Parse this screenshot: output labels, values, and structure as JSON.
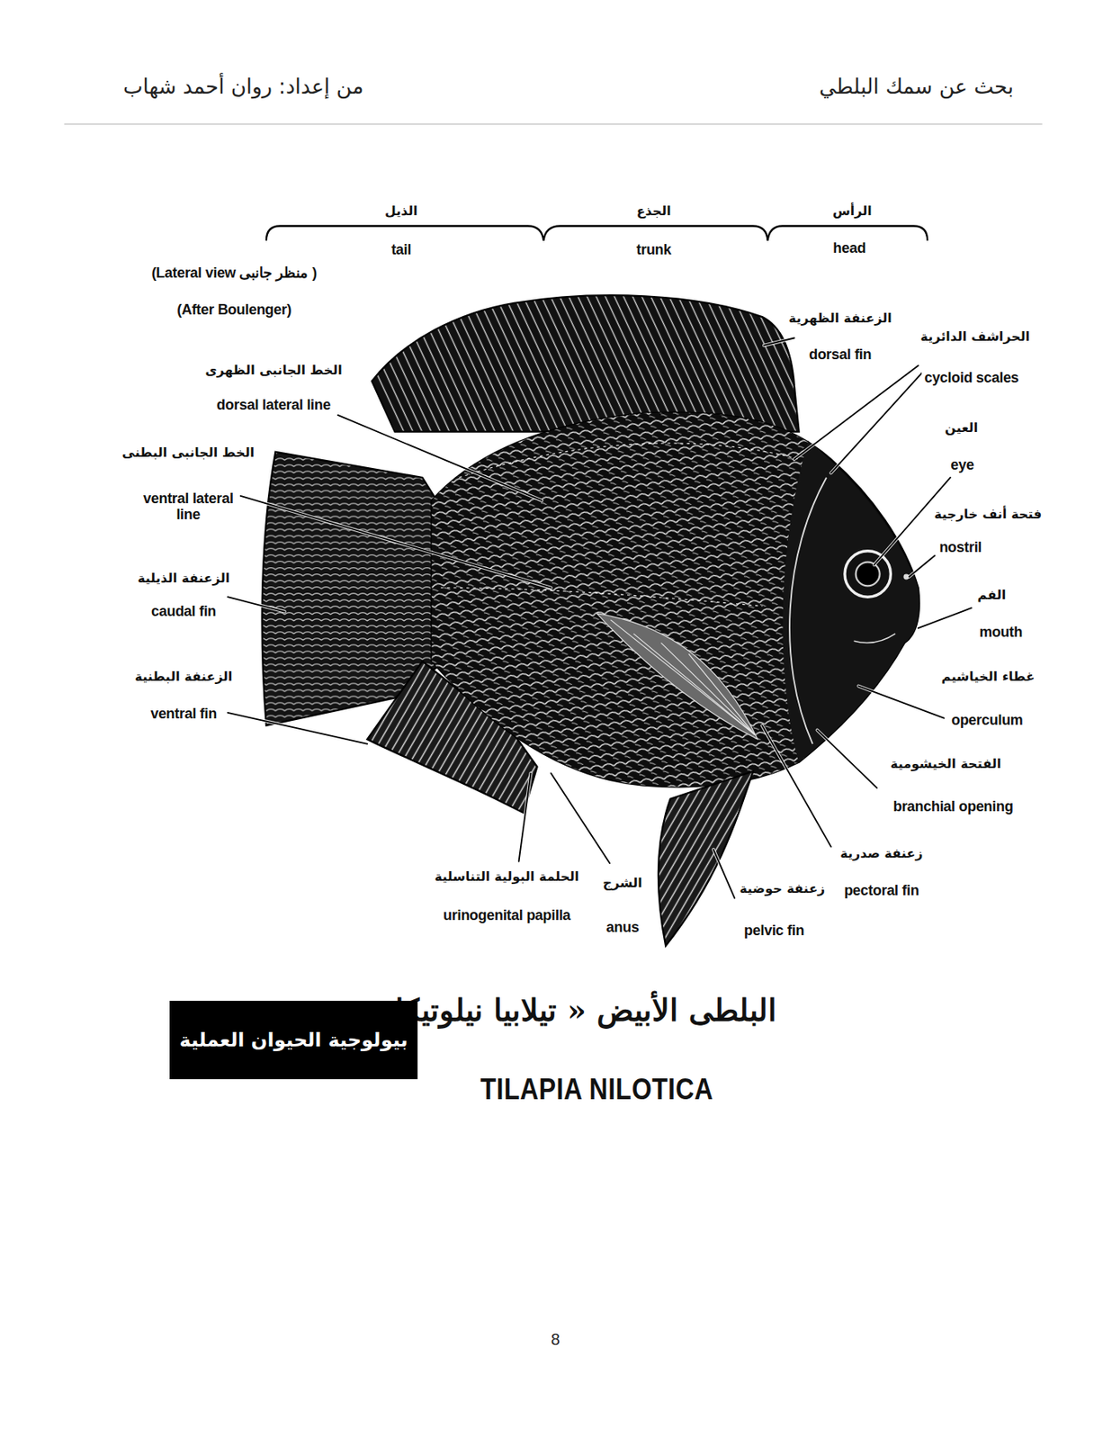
{
  "diagram": {
    "title": "بحث عن سمك البلطي",
    "caption": "البلطى الأبيض « تيلابيا نيلوتيكا »",
    "nodes": [
      {
        "text": [
          "بيولوجية الحيوان العملية"
        ]
      }
    ],
    "labels": [
      "من إعداد: روان أحمد شهاب",
      "الذيل",
      "tail",
      "الجذع",
      "trunk",
      "الرأس",
      "head",
      "(Lateral view منظر جانبى )",
      "(After Boulenger)",
      "الزعنفة الظهرية",
      "dorsal fin",
      "الحراشف الدائرية",
      "cycloid scales",
      "العين",
      "eye",
      "فتحة أنف خارجية",
      "nostril",
      "الفم",
      "mouth",
      "غطاء الخياشيم",
      "operculum",
      "الفتحة الخيشومية",
      "branchial opening",
      "زعنفة صدرية",
      "pectoral fin",
      "زعنفة حوضية",
      "pelvic fin",
      "الشرج",
      "anus",
      "الحلمة البولية التناسلية",
      "urinogenital papilla",
      "الخط الجانبى الظهرى",
      "dorsal lateral line",
      "الخط الجانبى البطنى",
      "ventral lateral line",
      "الزعنفة الذيلية",
      "caudal fin",
      "الزعنفة البطنية",
      "ventral fin",
      "TILAPIA NILOTICA",
      "8"
    ]
  }
}
